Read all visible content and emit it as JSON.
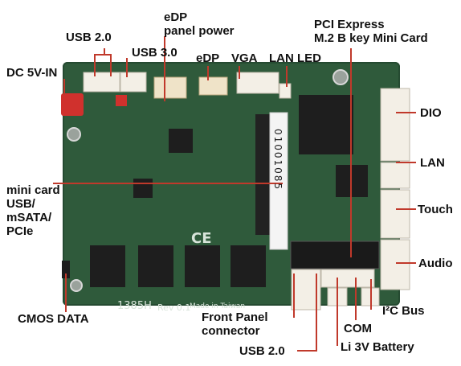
{
  "labels": {
    "edp_power": "eDP\npanel power",
    "usb20_top": "USB 2.0",
    "usb30": "USB 3.0",
    "edp": "eDP",
    "vga": "VGA",
    "lan_led": "LAN LED",
    "pcie": "PCI Express\nM.2 B key Mini Card",
    "dc_in": "DC 5V-IN",
    "dio": "DIO",
    "lan": "LAN",
    "touch": "Touch",
    "audio": "Audio",
    "mini_card": "mini card\nUSB/\nmSATA/\nPCIe",
    "cmos": "CMOS DATA",
    "front_panel": "Front Panel\nconnector",
    "com": "COM",
    "i2c": "I²C Bus",
    "usb20_bottom": "USB 2.0",
    "battery": "Li 3V Battery"
  },
  "board_text": {
    "model": "1385H",
    "rev": "Rev 0.1",
    "made_in": "Made in Taiwan",
    "ce": "CE",
    "sticker": "01001085"
  },
  "colors": {
    "pcb": "#2f5a3b",
    "leader": "#c0392b",
    "connector": "#f3efe6",
    "chip": "#1e1e1e"
  }
}
